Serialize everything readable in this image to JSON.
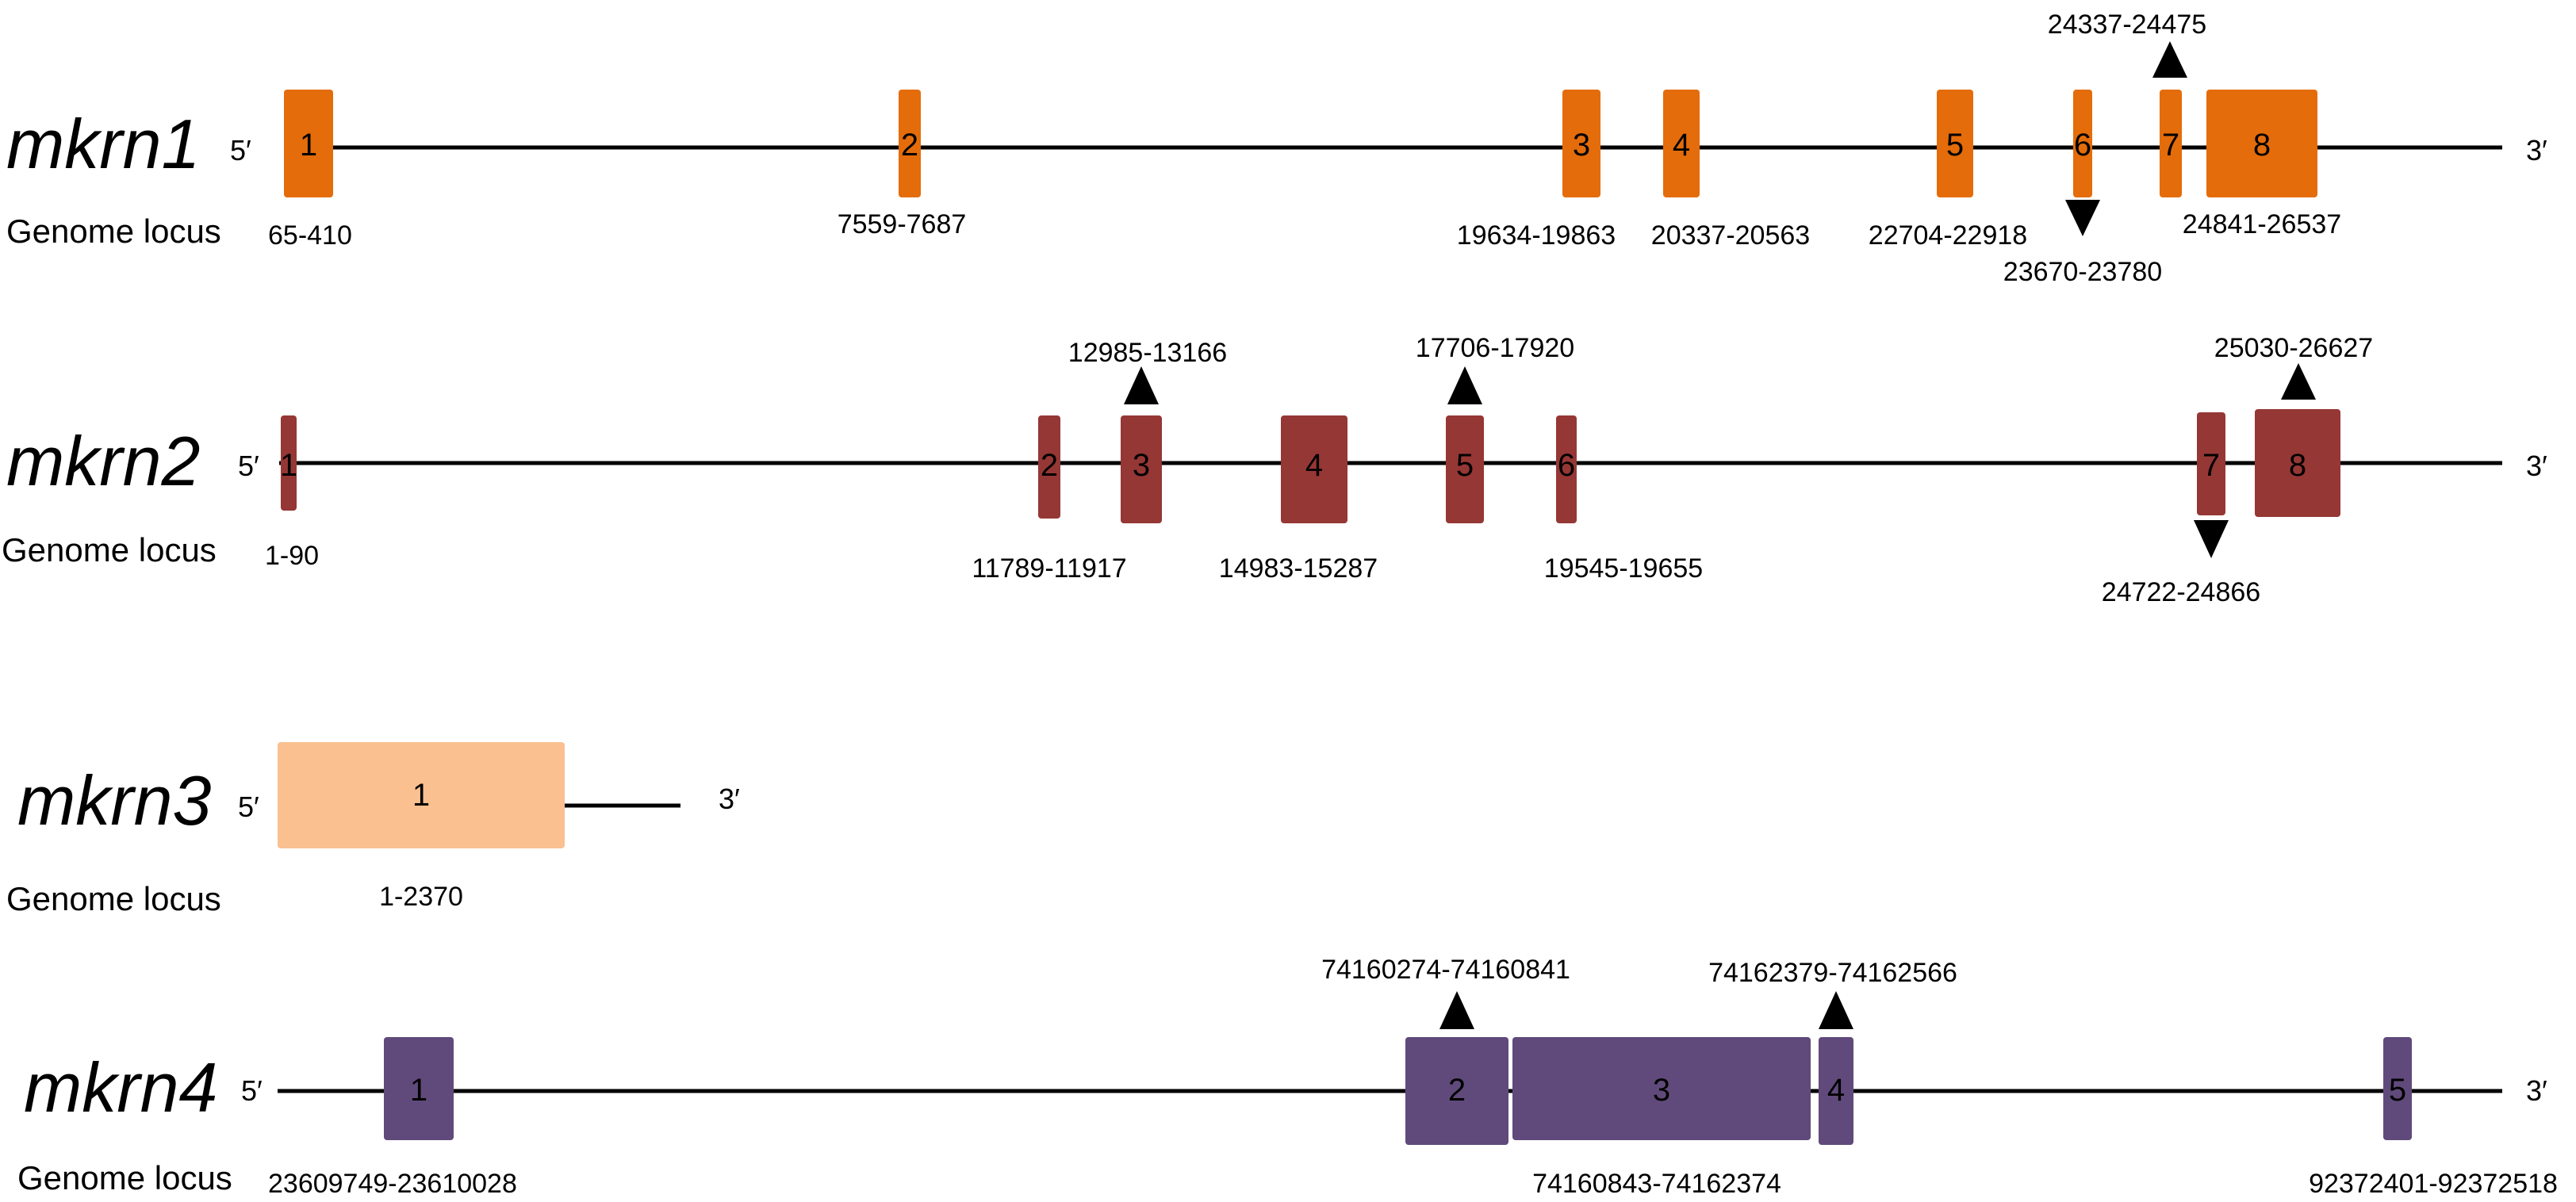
{
  "genes": [
    {
      "name": "mkrn1",
      "locus_label": "Genome locus",
      "five_prime": "5′",
      "three_prime": "3′",
      "color": "#E46C0A",
      "exons": [
        {
          "number": "1",
          "locus": "65-410"
        },
        {
          "number": "2",
          "locus": "7559-7687"
        },
        {
          "number": "3",
          "locus": "19634-19863"
        },
        {
          "number": "4",
          "locus": "20337-20563"
        },
        {
          "number": "5",
          "locus": "22704-22918"
        },
        {
          "number": "6",
          "locus": "23670-23780"
        },
        {
          "number": "7",
          "locus": "24337-24475"
        },
        {
          "number": "8",
          "locus": "24841-26537"
        }
      ]
    },
    {
      "name": "mkrn2",
      "locus_label": "Genome locus",
      "five_prime": "5′",
      "three_prime": "3′",
      "color": "#953735",
      "exons": [
        {
          "number": "1",
          "locus": "1-90"
        },
        {
          "number": "2",
          "locus": "11789-11917"
        },
        {
          "number": "3",
          "locus": "12985-13166"
        },
        {
          "number": "4",
          "locus": "14983-15287"
        },
        {
          "number": "5",
          "locus": "17706-17920"
        },
        {
          "number": "6",
          "locus": "19545-19655"
        },
        {
          "number": "7",
          "locus": "24722-24866"
        },
        {
          "number": "8",
          "locus": "25030-26627"
        }
      ]
    },
    {
      "name": "mkrn3",
      "locus_label": "Genome locus",
      "five_prime": "5′",
      "three_prime": "3′",
      "color": "#FAC090",
      "exons": [
        {
          "number": "1",
          "locus": "1-2370"
        }
      ]
    },
    {
      "name": "mkrn4",
      "locus_label": "Genome locus",
      "five_prime": "5′",
      "three_prime": "3′",
      "color": "#604A7B",
      "exons": [
        {
          "number": "1",
          "locus": "23609749-23610028"
        },
        {
          "number": "2",
          "locus": "74160274-74160841"
        },
        {
          "number": "3",
          "locus": "74160843-74162374"
        },
        {
          "number": "4",
          "locus": "74162379-74162566"
        },
        {
          "number": "5",
          "locus": "92372401-92372518"
        }
      ]
    }
  ]
}
